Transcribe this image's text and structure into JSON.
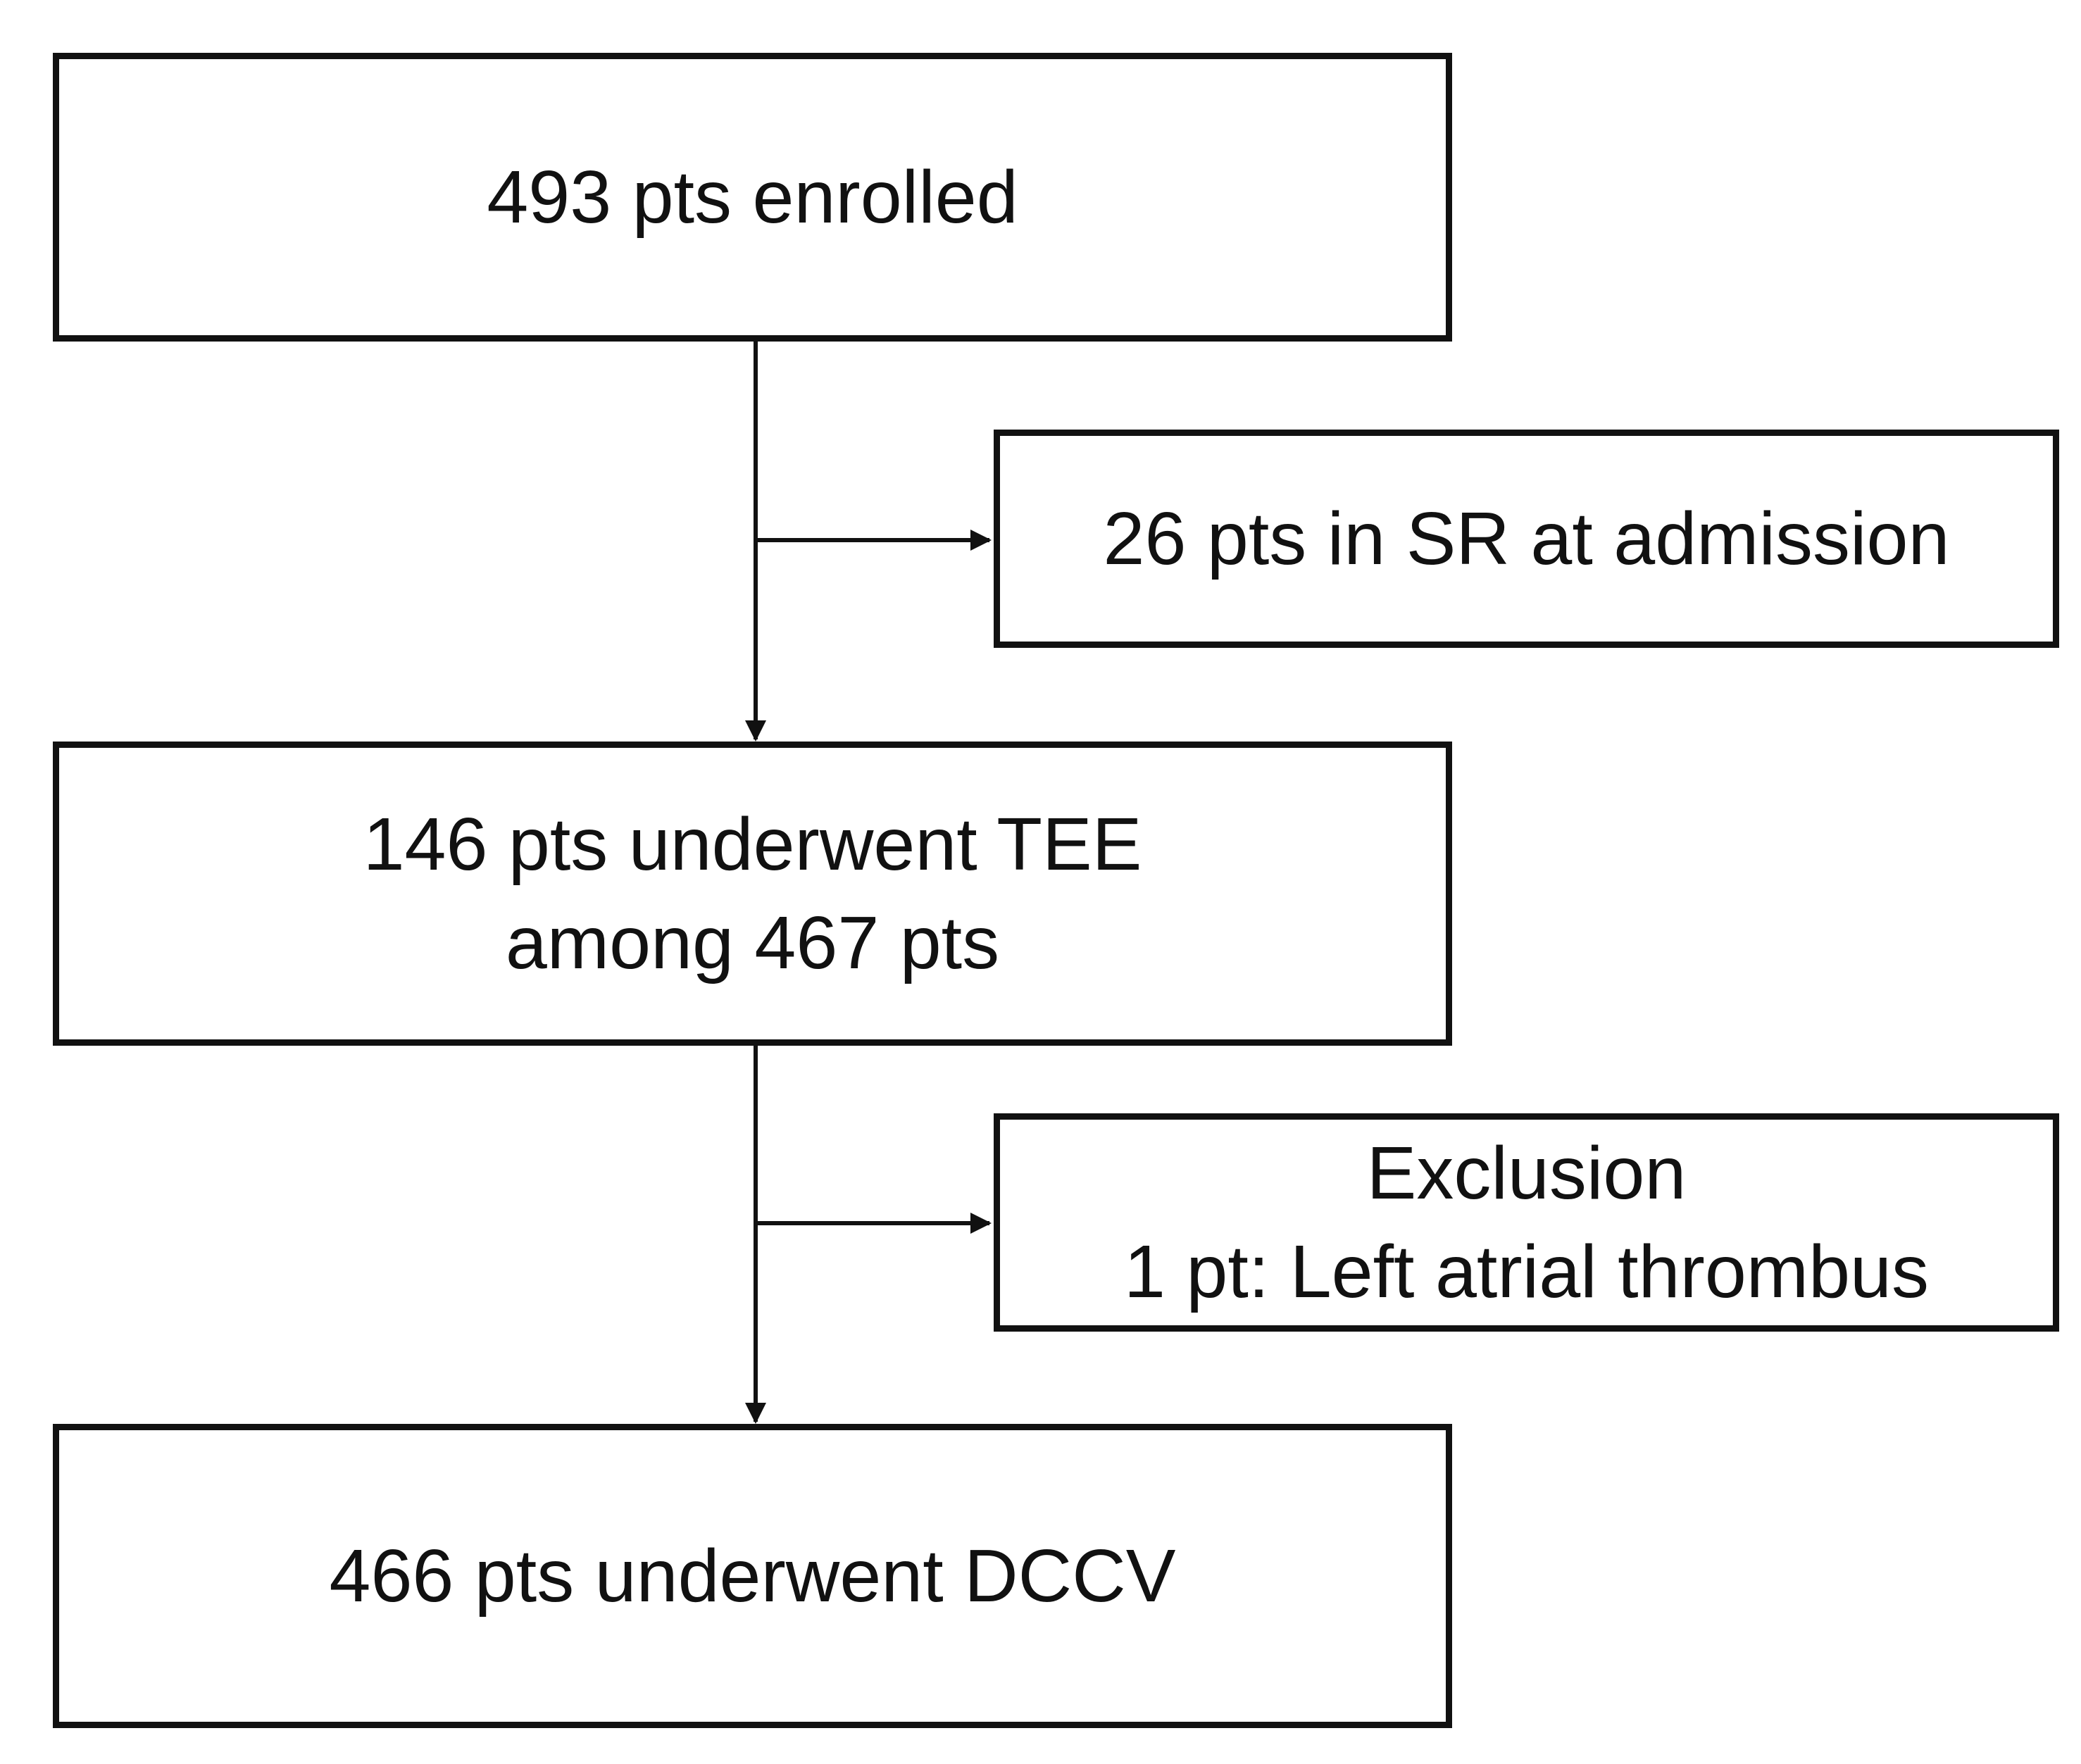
{
  "flowchart": {
    "enrolled": "493 pts enrolled",
    "sr_admission": "26 pts in SR at admission",
    "tee_line1": "146 pts underwent TEE",
    "tee_line2": "among 467 pts",
    "exclusion_title": "Exclusion",
    "exclusion_detail": "1 pt: Left atrial thrombus",
    "dccv": "466 pts underwent DCCV"
  },
  "colors": {
    "line": "#111111",
    "background": "#ffffff"
  }
}
